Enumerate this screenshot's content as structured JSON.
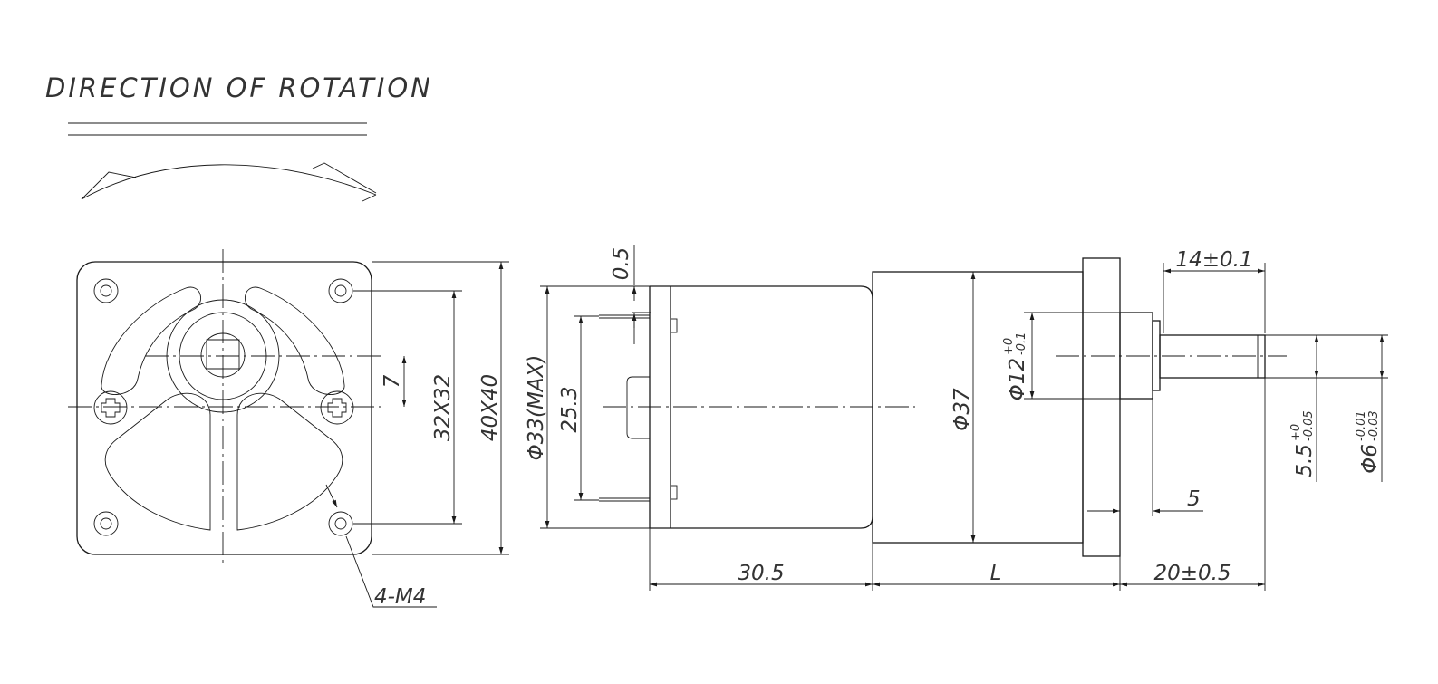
{
  "title": "DIRECTION OF ROTATION",
  "dims": {
    "mount_4m4": "4-M4",
    "hole_pitch": "32X32",
    "flange_size": "40X40",
    "shaft_offset": "7",
    "gap": "0.5",
    "can_dia": "Φ33(MAX)",
    "terminal_span": "25.3",
    "gearbox_dia": "Φ37",
    "boss_dia_main": "Φ12",
    "boss_tol_upper": "+0",
    "boss_tol_lower": "-0.1",
    "shaft_len": "14±0.1",
    "boss_len": "5",
    "flat_main": "5.5",
    "flat_tol_upper": "+0",
    "flat_tol_lower": "-0.05",
    "shaft_dia_main": "Φ6",
    "shaft_tol_upper": "-0.01",
    "shaft_tol_lower": "-0.03",
    "motor_len": "30.5",
    "gearbox_len": "L",
    "shaft_total": "20±0.5"
  }
}
